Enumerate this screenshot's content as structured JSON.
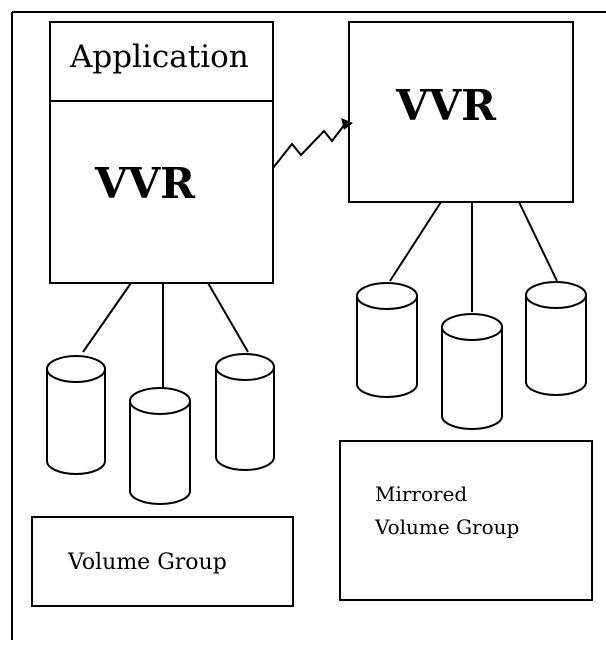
{
  "diagram": {
    "left_node": {
      "application_label": "Application",
      "vvr_label": "VVR"
    },
    "right_node": {
      "vvr_label": "VVR"
    },
    "volume_group_label": "Volume Group",
    "mirrored_volume_group_label": "Mirrored\nVolume Group"
  }
}
